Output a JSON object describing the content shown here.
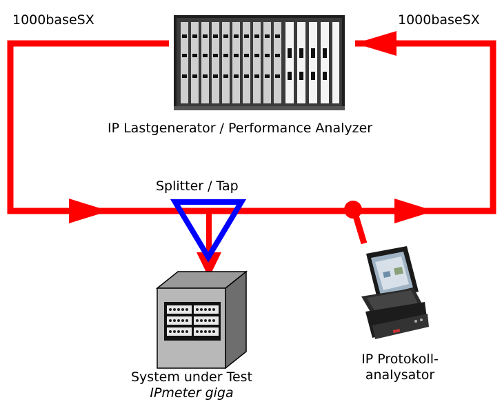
{
  "labels": {
    "link_left": "1000baseSX",
    "link_right": "1000baseSX",
    "generator": "IP Lastgenerator / Performance Analyzer",
    "splitter": "Splitter / Tap",
    "sut_line1": "System under Test",
    "sut_line2": "IPmeter giga",
    "analyzer_line1": "IP Protokoll-",
    "analyzer_line2": "analysator"
  },
  "colors": {
    "link": "#ff0000",
    "splitter": "#0000ff",
    "chassis": "#2a2a2a",
    "background": "#ffffff"
  },
  "icons": {
    "generator": "rack-chassis-icon",
    "splitter": "triangle-tap-icon",
    "sut": "server-box-icon",
    "analyzer": "laptop-analyzer-icon"
  }
}
